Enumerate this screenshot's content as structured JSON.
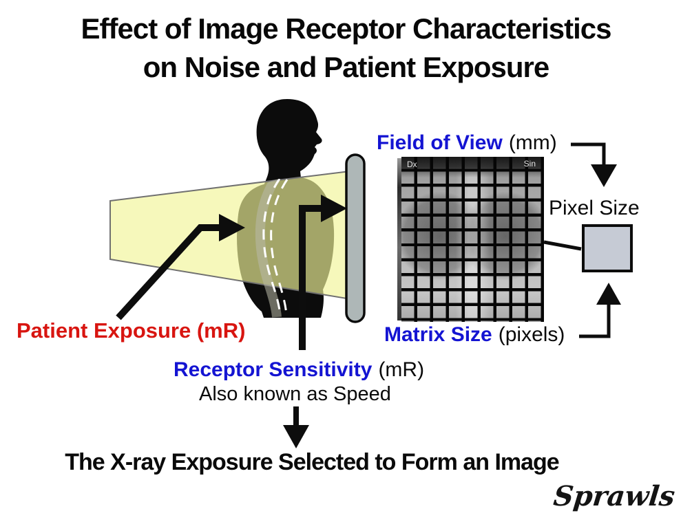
{
  "title": {
    "line1": "Effect of Image Receptor Characteristics",
    "line2": "on Noise and Patient Exposure"
  },
  "labels": {
    "patient_exposure": "Patient Exposure (mR)",
    "receptor_sensitivity": "Receptor Sensitivity",
    "receptor_sensitivity_unit": "(mR)",
    "receptor_sensitivity_note": "Also known as Speed",
    "field_of_view": "Field of View",
    "field_of_view_unit": "(mm)",
    "matrix_size": "Matrix Size",
    "matrix_size_unit": "(pixels)",
    "pixel_size": "Pixel Size"
  },
  "xray_image": {
    "marker_left": "Dx",
    "marker_right": "Sin"
  },
  "conclusion": "The X-ray Exposure Selected to Form an Image",
  "signature": "Sprawls",
  "colors": {
    "label_blue": "#1414d2",
    "label_red": "#d81510",
    "beam_yellow": "#f1f598",
    "receptor_gray": "#aeb7b7",
    "pixel_square_gray": "#c6cbd5",
    "silhouette_black": "#0c0c0c"
  }
}
